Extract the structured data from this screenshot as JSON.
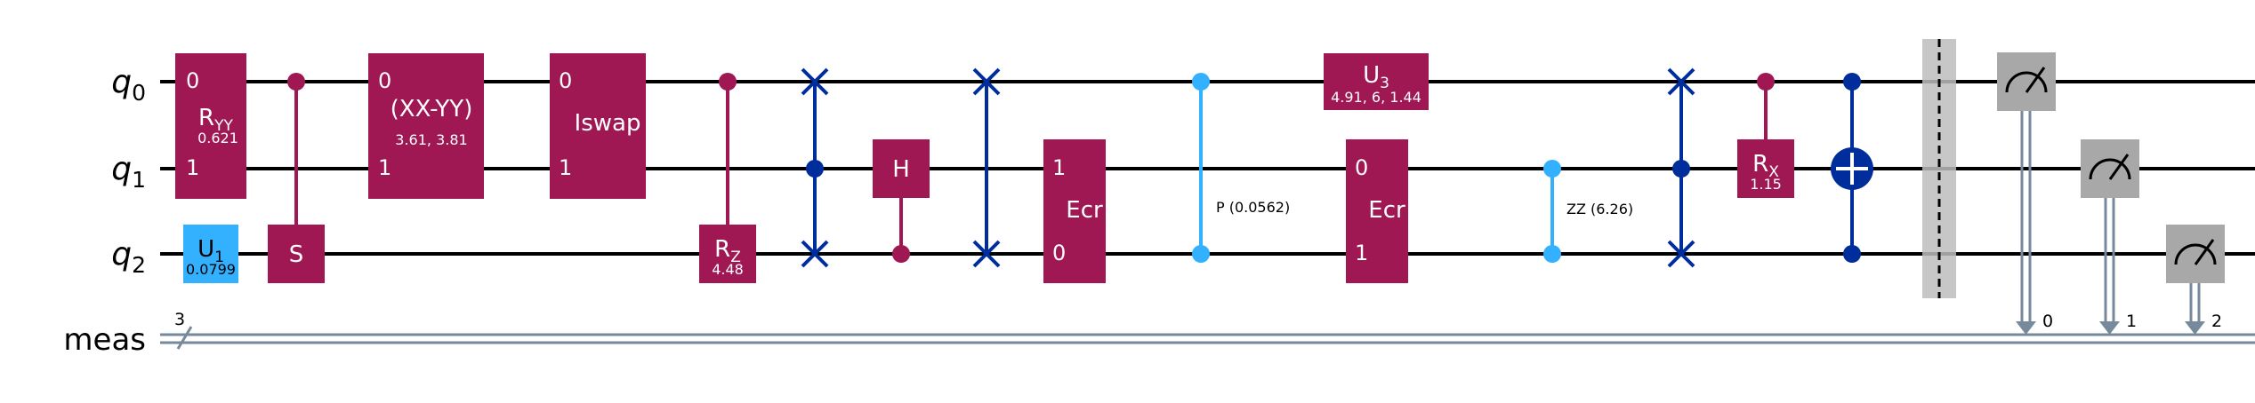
{
  "circuit": {
    "wires": {
      "q0": "q",
      "q0_sub": "0",
      "q1": "q",
      "q1_sub": "1",
      "q2": "q",
      "q2_sub": "2",
      "meas": "meas",
      "meas_width": "3"
    },
    "gates": {
      "ryy": {
        "top": "0",
        "bottom": "1",
        "name": "R",
        "sub": "YY",
        "param": "0.621"
      },
      "u1": {
        "name": "U",
        "sub": "1",
        "param": "0.0799"
      },
      "s": {
        "name": "S"
      },
      "xxyy": {
        "top": "0",
        "bottom": "1",
        "name": "(XX-YY)",
        "param": "3.61, 3.81"
      },
      "iswap": {
        "top": "0",
        "bottom": "1",
        "name": "Iswap"
      },
      "rz": {
        "name": "R",
        "sub": "Z",
        "param": "4.48"
      },
      "h": {
        "name": "H"
      },
      "ecr1": {
        "top": "1",
        "bottom": "0",
        "name": "Ecr"
      },
      "p": {
        "label": "P (0.0562)"
      },
      "u3": {
        "name": "U",
        "sub": "3",
        "param": "4.91, 6, 1.44"
      },
      "ecr2": {
        "top": "0",
        "bottom": "1",
        "name": "Ecr"
      },
      "zz": {
        "label": "ZZ (6.26)"
      },
      "rx": {
        "name": "R",
        "sub": "X",
        "param": "1.15"
      }
    },
    "measure_bits": [
      "0",
      "1",
      "2"
    ],
    "colors": {
      "purple": "#9f1853",
      "cyan": "#33b1ff",
      "navy": "#002d9c",
      "gray": "#a8a8a8",
      "barrier": "#bdbdbd",
      "creg": "#778a9b"
    }
  }
}
